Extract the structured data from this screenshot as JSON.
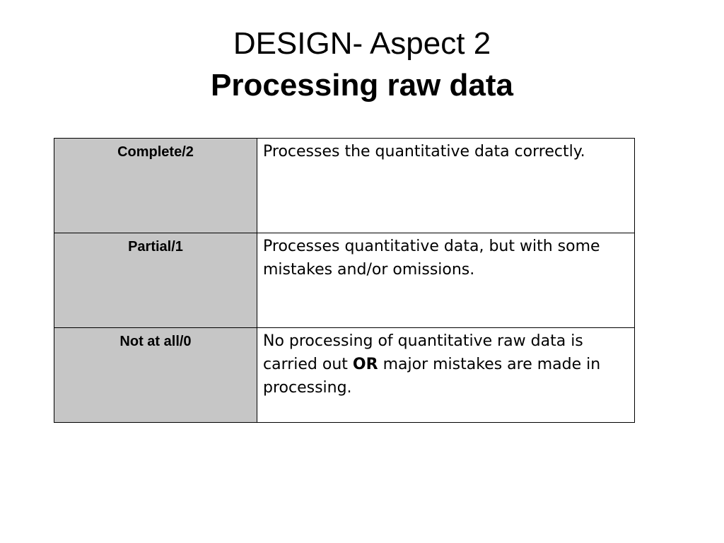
{
  "slide": {
    "title_line_1": "DESIGN- Aspect 2",
    "title_line_2": "Processing raw data"
  },
  "rubric": {
    "rows": [
      {
        "level": "Complete/2",
        "description": "Processes the quantitative data correctly."
      },
      {
        "level": "Partial/1",
        "description": "Processes quantitative data, but with some mistakes and/or omissions."
      },
      {
        "level": "Not at all/0",
        "description_before": "No processing of quantitative raw data is carried out",
        "description_emphasis": "OR",
        "description_after": "major mistakes are made in processing."
      }
    ]
  },
  "colors": {
    "level_cell_background": "#c6c6c6",
    "border": "#000000",
    "text": "#000000"
  }
}
